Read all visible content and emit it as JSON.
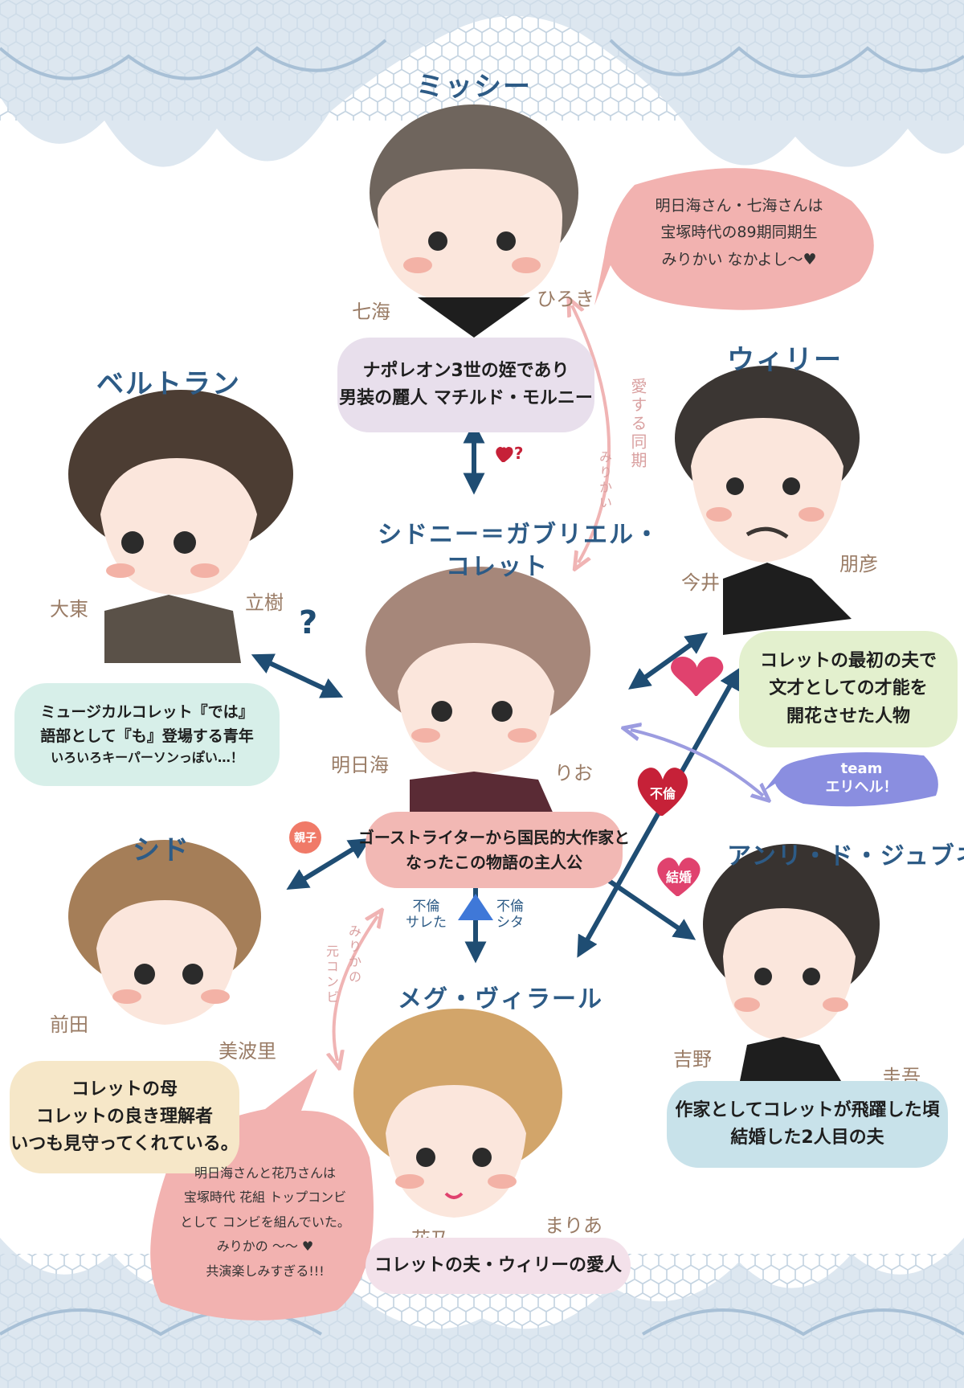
{
  "characters": {
    "missy": {
      "role": "ミッシー",
      "actor_last": "七海",
      "actor_first": "ひろき"
    },
    "colette_top": {
      "role_line1": "シドニー＝ガブリエル・",
      "role_line2": "コレット"
    },
    "colette": {
      "actor_last": "明日海",
      "actor_first": "りお"
    },
    "bertrand": {
      "role": "ベルトラン",
      "actor_last": "大東",
      "actor_first": "立樹"
    },
    "willy": {
      "role": "ウィリー",
      "actor_last": "今井",
      "actor_first": "朋彦"
    },
    "sido": {
      "role": "シド",
      "actor_last": "前田",
      "actor_first": "美波里"
    },
    "henri": {
      "role": "アンリ・ド・ジュブネル",
      "actor_last": "吉野",
      "actor_first": "圭吾"
    },
    "meg": {
      "role": "メグ・ヴィラール",
      "actor_last": "花乃",
      "actor_first": "まりあ"
    }
  },
  "descriptions": {
    "missy": [
      "ナポレオン3世の姪であり",
      "男装の麗人 マチルド・モルニー"
    ],
    "colette": [
      "ゴーストライターから国民的大作家と",
      "なったこの物語の主人公"
    ],
    "bertrand": [
      "ミュージカルコレット『では』",
      "語部として『も』登場する青年",
      "いろいろキーパーソンっぽい…！"
    ],
    "willy": [
      "コレットの最初の夫で",
      "文才としての才能を",
      "開花させた人物"
    ],
    "sido": [
      "コレットの母",
      "コレットの良き理解者",
      "いつも見守ってくれている。"
    ],
    "henri": [
      "作家としてコレットが飛躍した頃",
      "結婚した2人目の夫"
    ],
    "meg": [
      "コレットの夫・ウィリーの愛人"
    ]
  },
  "notes": {
    "doki": [
      "明日海さん・七海さんは",
      "宝塚時代の89期同期生",
      "みりかい なかよし〜♥"
    ],
    "combi": [
      "明日海さんと花乃さんは",
      "宝塚時代 花組 トップコンビ",
      "として コンビを組んでいた。",
      "みりかの 〜〜 ♥",
      "共演楽しみすぎる!!!"
    ],
    "team": [
      "team",
      "エリヘル！"
    ]
  },
  "relations": {
    "doki_line": "愛する同期",
    "mirikai": "みりかい",
    "mirika": "みりかの",
    "moto_combi": "元コンビ",
    "love_q": "♥?",
    "question": "?",
    "kekkon": "結婚",
    "kekkon2": "結婚",
    "oyako": "親子",
    "furin": "不倫",
    "furin_sareta": [
      "不倫",
      "サレた"
    ],
    "furin_shita": [
      "不倫",
      "シタ"
    ]
  },
  "colors": {
    "arrow": "#1f4d73",
    "pink_arrow": "#f0b4b4",
    "purple_arrow": "#9c9ce0",
    "heart": "#e0426e",
    "heart_dark": "#c62138",
    "name": "#2d5b86"
  }
}
